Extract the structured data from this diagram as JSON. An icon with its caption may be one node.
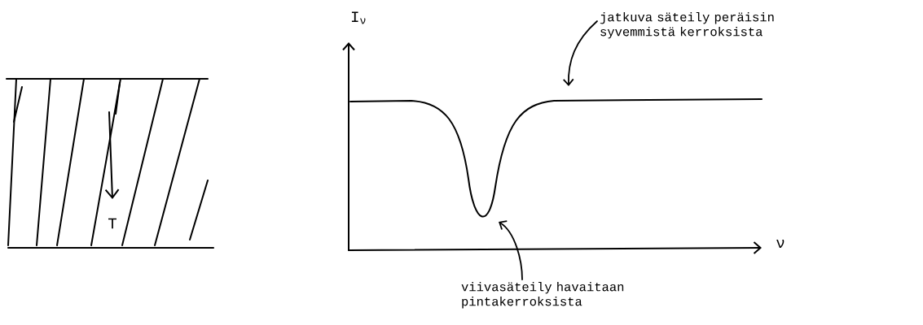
{
  "diagram": {
    "nodes": [
      {
        "text": [
          "jatkuva säteily peräisin syvemmistä kerroksista"
        ]
      },
      {
        "text": [
          "viivasäteily havaitaan pintakerroksista"
        ]
      }
    ],
    "edges": [
      {
        "from": 0,
        "to": null,
        "arrow": "to"
      },
      {
        "from": 1,
        "to": null,
        "arrow": "to"
      }
    ],
    "labels": [
      "T",
      "I$_{ν}$",
      "ν"
    ]
  }
}
